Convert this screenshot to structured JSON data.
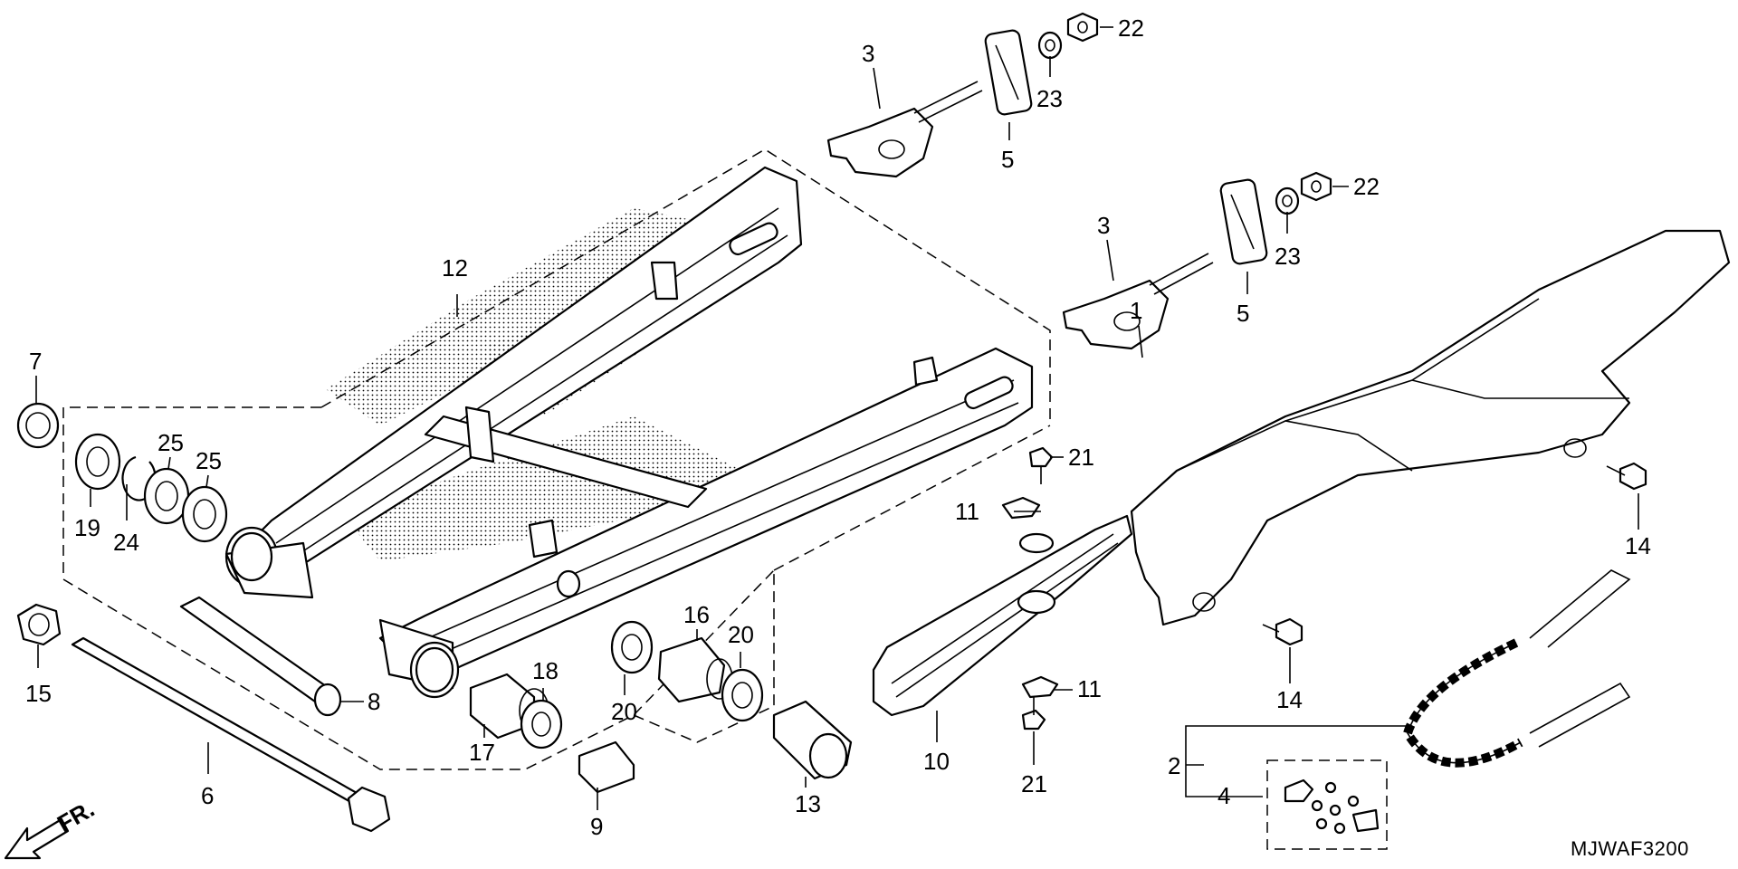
{
  "diagram": {
    "drawing_code": "MJWAF3200",
    "direction_marker": "FR.",
    "callouts": {
      "c1": "1",
      "c2": "2",
      "c3a": "3",
      "c3b": "3",
      "c4": "4",
      "c5a": "5",
      "c5b": "5",
      "c6": "6",
      "c7": "7",
      "c8": "8",
      "c9": "9",
      "c10": "10",
      "c11a": "11",
      "c11b": "11",
      "c12": "12",
      "c13": "13",
      "c14a": "14",
      "c14b": "14",
      "c15": "15",
      "c16": "16",
      "c17": "17",
      "c18": "18",
      "c19": "19",
      "c20a": "20",
      "c20b": "20",
      "c21a": "21",
      "c21b": "21",
      "c22a": "22",
      "c22b": "22",
      "c23a": "23",
      "c23b": "23",
      "c24": "24",
      "c25a": "25",
      "c25b": "25"
    }
  }
}
